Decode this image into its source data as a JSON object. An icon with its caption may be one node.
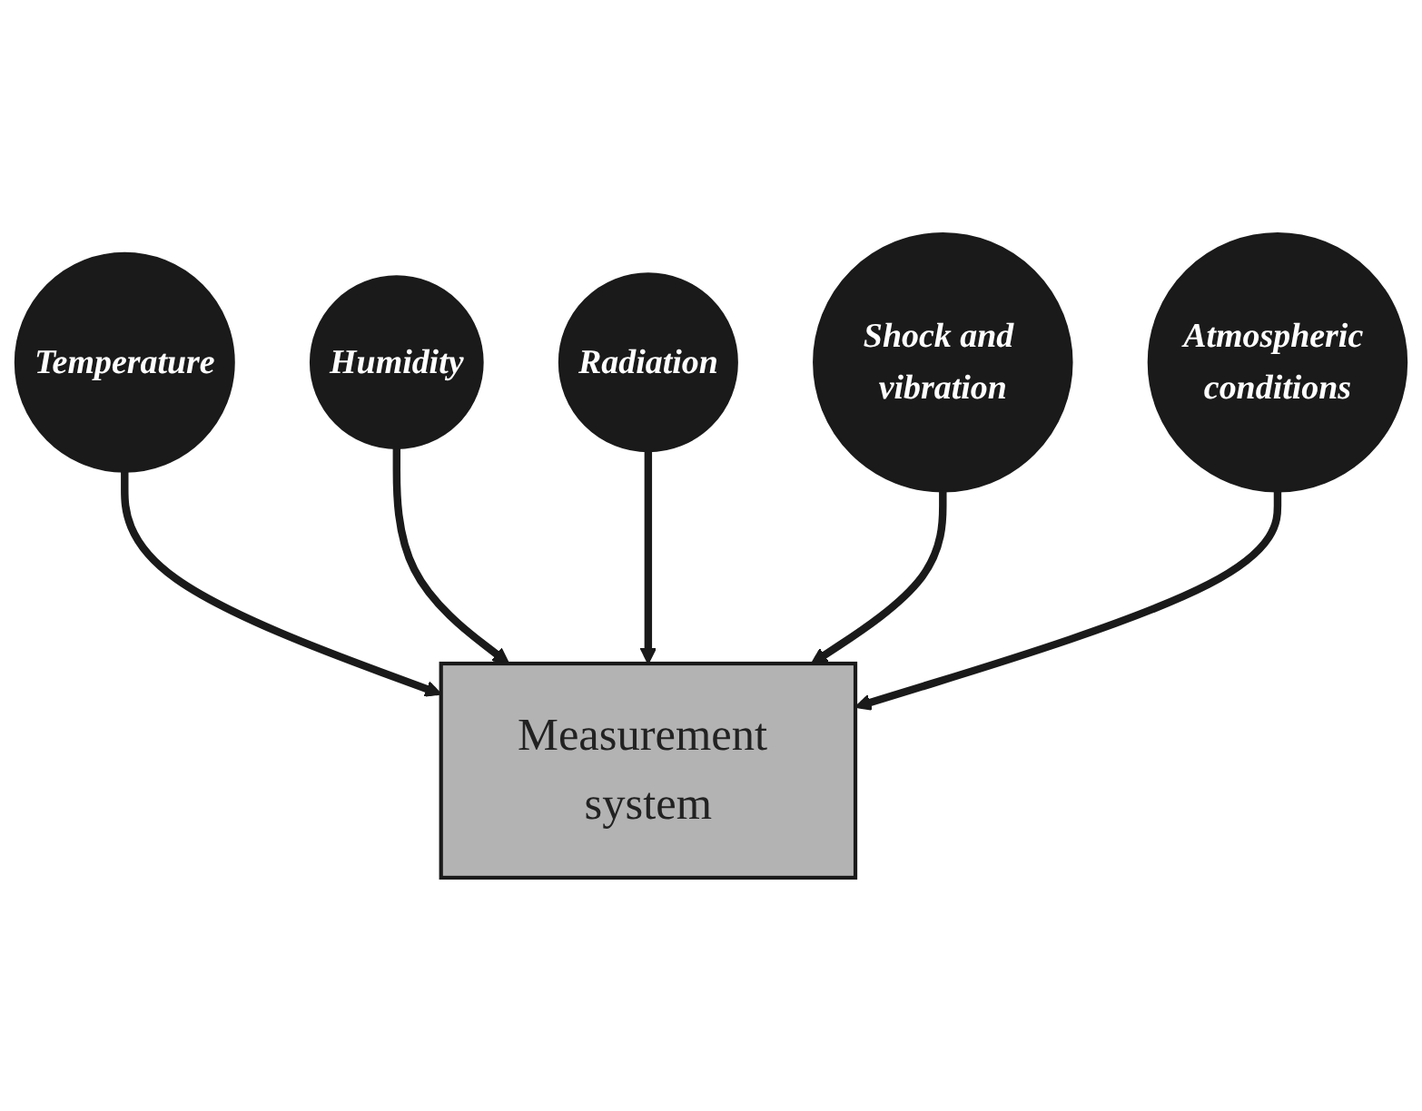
{
  "diagram": {
    "nodes": [
      {
        "text": [
          "Temperature"
        ]
      },
      {
        "text": [
          "Humidity"
        ]
      },
      {
        "text": [
          "Measurement system"
        ]
      },
      {
        "text": [
          "Radiation"
        ]
      },
      {
        "text": [
          "Shock and vibration"
        ]
      },
      {
        "text": [
          "Atmospheric conditions"
        ]
      }
    ],
    "edges": [
      {
        "from": 0,
        "to": 2,
        "arrow": "to"
      },
      {
        "from": 1,
        "to": 2,
        "arrow": "to"
      },
      {
        "from": 3,
        "to": 2,
        "arrow": "to"
      },
      {
        "from": 4,
        "to": 2,
        "arrow": "to"
      },
      {
        "from": 5,
        "to": 2,
        "arrow": "to"
      }
    ]
  }
}
